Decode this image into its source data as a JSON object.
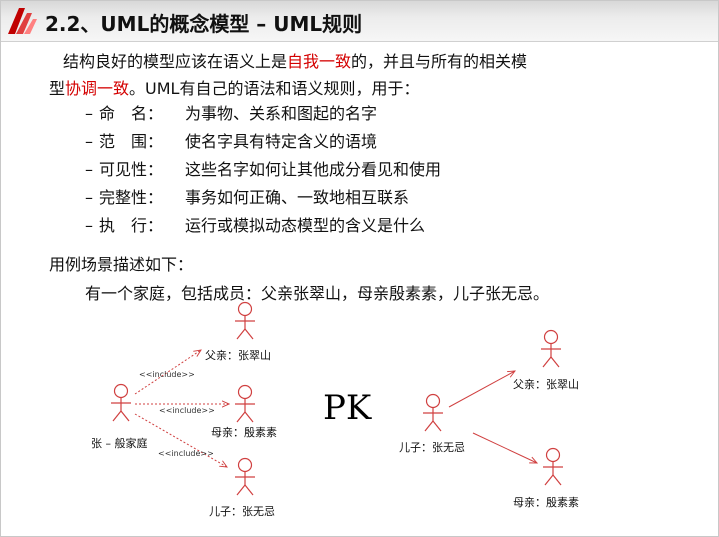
{
  "title": "2.2、UML的概念模型 – UML规则",
  "intro": {
    "l1_a": "结构良好的模型应该在语义上是",
    "l1_red": "自我一致",
    "l1_b": "的，并且与所有的相关模",
    "l2_a": "型",
    "l2_red": "协调一致",
    "l2_b": "。UML有自己的语法和语义规则，用于："
  },
  "rules": [
    {
      "term": "命　名：",
      "desc": "为事物、关系和图起的名字"
    },
    {
      "term": "范　围：",
      "desc": "使名字具有特定含义的语境"
    },
    {
      "term": "可见性：",
      "desc": "这些名字如何让其他成分看见和使用"
    },
    {
      "term": "完整性：",
      "desc": "事务如何正确、一致地相互联系"
    },
    {
      "term": "执　行：",
      "desc": "运行或模拟动态模型的含义是什么"
    }
  ],
  "dash": "–",
  "scenario_heading": "用例场景描述如下：",
  "scenario": "有一个家庭，包括成员：父亲张翠山，母亲殷素素，儿子张无忌。",
  "left_diagram": {
    "source": "张 – 般家庭",
    "father": "父亲：张翠山",
    "mother": "母亲：殷素素",
    "son": "儿子：张无忌",
    "include": "<<include>>"
  },
  "pk": "PK",
  "right_diagram": {
    "source": "儿子：张无忌",
    "father": "父亲：张翠山",
    "mother": "母亲：殷素素"
  }
}
